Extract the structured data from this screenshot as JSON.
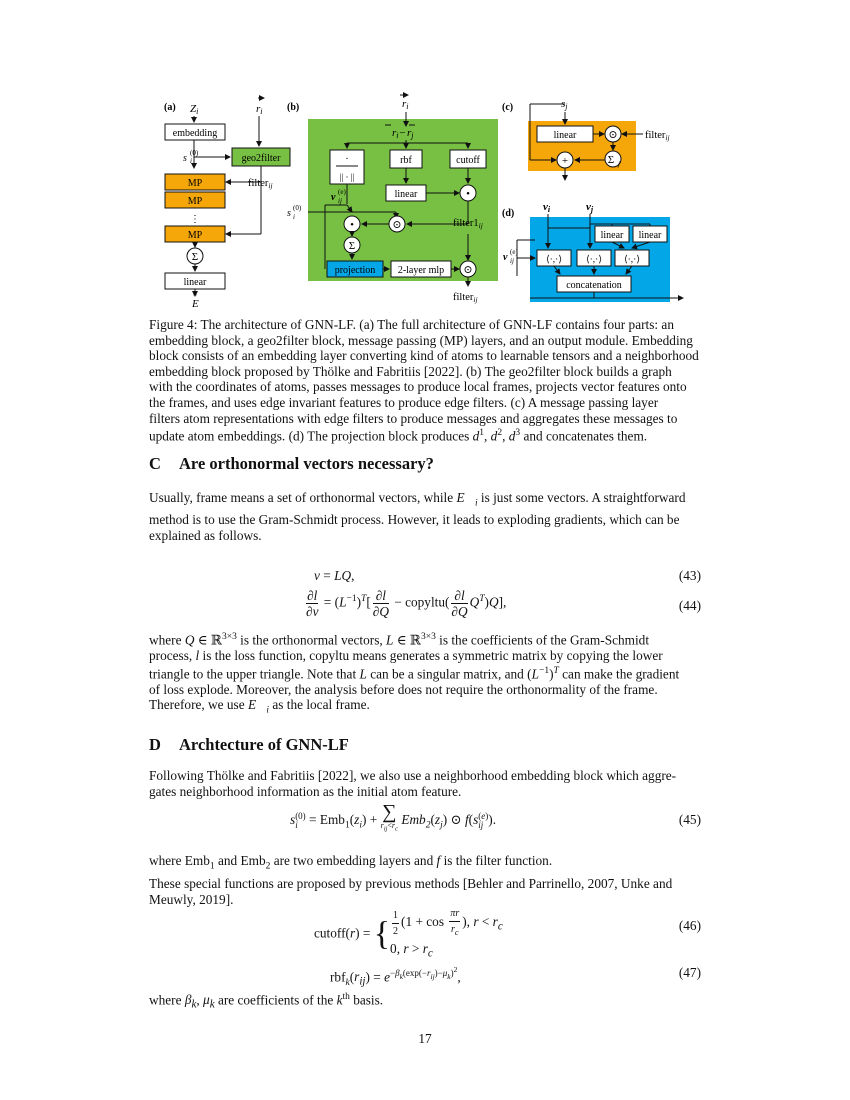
{
  "figure": {
    "panel_a": {
      "label": "(a)",
      "z_label": "Z",
      "z_sub": "i",
      "r_label": "r",
      "r_sub": "i",
      "embedding": "embedding",
      "s_label": "s",
      "s_sup": "(0)",
      "s_sub": "i",
      "geo2filter": "geo2filter",
      "filter_label": "filter",
      "filter_sub": "ij",
      "mp1": "MP",
      "mp2": "MP",
      "dots": "⋮",
      "mp3": "MP",
      "sum": "Σ",
      "linear": "linear",
      "output": "E",
      "output_accent": "^"
    },
    "panel_b": {
      "label": "(b)",
      "r_top": "r",
      "r_top_sub": "i",
      "diff": "r",
      "diff_sub_i": "i",
      "diff_minus": "−",
      "diff_sub_j": "j",
      "norm_top": "·",
      "norm_bottom": "|| · ||",
      "rbf": "rbf",
      "cutoff": "cutoff",
      "v_label": "v",
      "v_sup": "(e)",
      "v_sub": "ij",
      "linear": "linear",
      "s_label": "s",
      "s_sup": "(0)",
      "s_sub": "i",
      "dot": "•",
      "odot": "⊙",
      "sum": "Σ",
      "filter1": "filter1",
      "filter1_sub": "ij",
      "projection": "projection",
      "mlp": "2-layer mlp",
      "filter_out": "filter",
      "filter_out_sub": "ij"
    },
    "panel_c": {
      "label": "(c)",
      "s_label": "s",
      "s_sub": "j",
      "linear": "linear",
      "odot": "⊙",
      "filter": "filter",
      "filter_sub": "ij",
      "plus": "+",
      "sum": "Σ",
      "sum_sub": "j"
    },
    "panel_d": {
      "label": "(d)",
      "vi": "v",
      "vi_sub": "i",
      "vj": "v",
      "vj_sub": "j",
      "vij": "v",
      "vij_sup": "(e)",
      "vij_sub": "ij",
      "linear1": "linear",
      "linear2": "linear",
      "inner1": "⟨·,·⟩",
      "inner2": "⟨·,·⟩",
      "inner3": "⟨·,·⟩",
      "concat": "concatenation"
    }
  },
  "caption": {
    "lines": [
      "Figure 4: The architecture of GNN-LF. (a) The full architecture of GNN-LF contains four parts: an",
      "embedding block, a geo2filter block, message passing (MP) layers, and an output module. Embedding",
      "block consists of an embedding layer converting kind of atoms to learnable tensors and a neighborhood",
      "embedding block proposed by  Thölke and Fabritiis [2022]. (b) The geo2filter block builds a graph",
      "with the coordinates of atoms, passes messages to produce local frames, projects vector features onto",
      "the frames, and uses edge invariant features to produce edge filters.  (c) A message passing layer",
      "filters atom representations with edge filters to produce messages and aggregates these messages to"
    ],
    "last_prefix": "update atom embeddings. (d) The projection block produces ",
    "last_suffix": " and concatenates them."
  },
  "section_c": {
    "num": "C",
    "title": "Are orthonormal vectors necessary?",
    "p1_lines": [
      "method is to use the Gram-Schmidt process. However, it leads to exploding gradients, which can be",
      "explained as follows."
    ],
    "p1_prefix": "Usually, frame means a set of orthonormal vectors, while ",
    "p1_suffix": " is just some vectors. A straightforward",
    "eq43_num": "(43)",
    "eq44_num": "(44)",
    "copyltu": "copyltu",
    "p2_prefix": "where ",
    "p2_mid1": " is the orthonormal vectors, ",
    "p2_mid2": " is the coefficients of the Gram-Schmidt",
    "p2_line2_mid": " is the loss function, copyltu means generates a symmetric matrix by copying the lower",
    "p2_line3": "triangle to the upper triangle. Note that ",
    "p2_line3_mid": " can be a singular matrix, and ",
    "p2_line3_end": " can make the gradient",
    "p2_line4": "of loss explode.  Moreover, the analysis before does not require the orthonormality of the frame.",
    "p2_line5_prefix": "Therefore, we use ",
    "p2_line5_suffix": " as the local frame.",
    "process": "process, "
  },
  "section_d": {
    "num": "D",
    "title": "Archtecture of GNN-LF",
    "p1_lines": [
      "Following  Thölke and Fabritiis [2022], we also use a neighborhood embedding block which aggre-",
      "gates neighborhood information as the initial atom feature."
    ],
    "eq45_num": "(45)",
    "emb1": "Emb",
    "emb_fn": "Emb",
    "p2": "where Emb",
    "p2_and": " and Emb",
    "p2_end": " are two embedding layers and ",
    "p2_end2": " is the filter function.",
    "p3_lines": [
      "These special functions are proposed by previous methods [Behler and Parrinello, 2007, Unke and",
      "Meuwly, 2019]."
    ],
    "cutoff": "cutoff",
    "eq46_num": "(46)",
    "rbf": "rbf",
    "eq47_num": "(47)",
    "p4_prefix": "where ",
    "p4_mid": " are coefficients of the ",
    "p4_th": "th",
    "p4_end": " basis."
  },
  "page_number": "17",
  "colors": {
    "green": "#77c043",
    "orange": "#f5a70a",
    "blue": "#03a6e6",
    "black": "#111111"
  }
}
